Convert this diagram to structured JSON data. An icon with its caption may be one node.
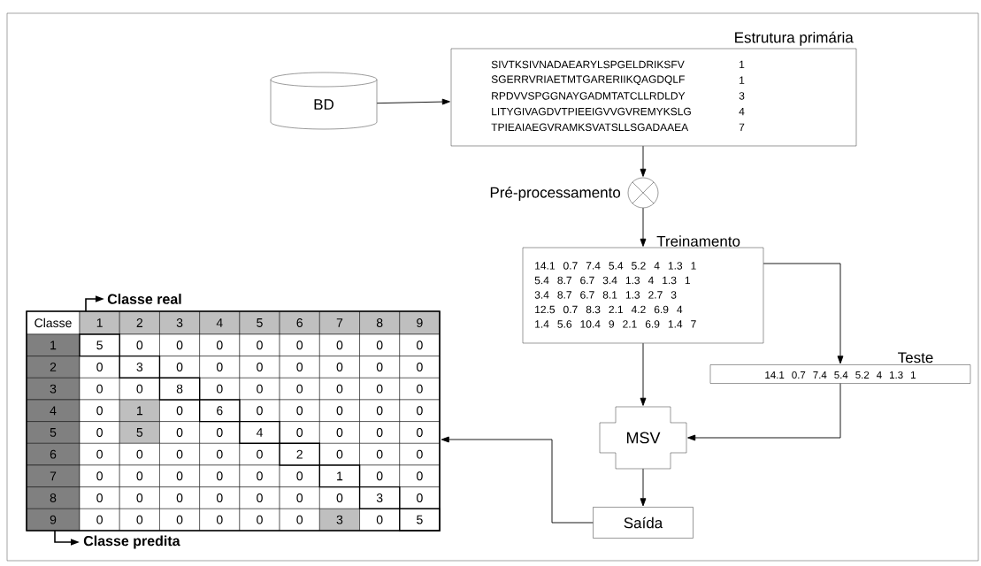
{
  "diagram": {
    "nodes": [
      {
        "text": [
          "BD"
        ]
      },
      {
        "text": [
          "Estrutura primária",
          "SIVTKSIVNADAEARYLSPGELDRIKSFV",
          "1",
          "SGERRVRIAETMTGARERIIKQAGDQLF",
          "1",
          "RPDVVSPGGNAYGADMTATCLLRDLDY",
          "3",
          "LITYGIVAGDVTPIEEIGVVGVREMYKSLG",
          "4",
          "TPIEAIAEGVRAMKSVATSLLSGADAAEA",
          "7"
        ]
      },
      {
        "text": [],
        "shape": "circle",
        "beside": [
          "Pré-processamento"
        ]
      },
      {
        "text": [
          "Treinamento",
          "14.1 0.7 7.4 5.4 5.2 4 1.3 1",
          "5.4 8.7 6.7 3.4 1.3 4 1.3 1",
          "3.4 8.7 6.7 8.1 1.3 2.7 3",
          "12.5 0.7 8.3 2.1 4.2 6.9 4",
          "1.4 5.6 10.4 9 2.1 6.9 1.4 7"
        ]
      },
      {
        "text": [
          "Teste",
          "14.1 0.7 7.4 5.4 5.2 4 1.3 1"
        ]
      },
      {
        "text": [
          "MSV"
        ]
      },
      {
        "text": [
          "Saída"
        ]
      },
      {
        "text": [],
        "shape": "table"
      }
    ],
    "edges": [
      {
        "from": 0,
        "to": 1,
        "arrow": "to"
      },
      {
        "from": 1,
        "to": 2,
        "arrow": "to"
      },
      {
        "from": 2,
        "to": 3,
        "arrow": "to"
      },
      {
        "from": 3,
        "to": 4,
        "arrow": "to"
      },
      {
        "from": 3,
        "to": 5,
        "arrow": "to"
      },
      {
        "from": 4,
        "to": 5,
        "arrow": "to"
      },
      {
        "from": 5,
        "to": 6,
        "arrow": "to"
      },
      {
        "from": 6,
        "to": 7,
        "arrow": "to"
      }
    ],
    "labels": [
      "Classe real",
      "Classe",
      "1",
      "2",
      "3",
      "4",
      "5",
      "6",
      "7",
      "8",
      "9",
      "1",
      "5",
      "0",
      "0",
      "0",
      "0",
      "0",
      "0",
      "0",
      "0",
      "2",
      "0",
      "3",
      "0",
      "0",
      "0",
      "0",
      "0",
      "0",
      "0",
      "3",
      "0",
      "0",
      "8",
      "0",
      "0",
      "0",
      "0",
      "0",
      "0",
      "4",
      "0",
      "1",
      "0",
      "6",
      "0",
      "0",
      "0",
      "0",
      "0",
      "5",
      "0",
      "5",
      "0",
      "0",
      "4",
      "0",
      "0",
      "0",
      "0",
      "6",
      "0",
      "0",
      "0",
      "0",
      "0",
      "2",
      "0",
      "0",
      "0",
      "7",
      "0",
      "0",
      "0",
      "0",
      "0",
      "0",
      "1",
      "0",
      "0",
      "8",
      "0",
      "0",
      "0",
      "0",
      "0",
      "0",
      "0",
      "3",
      "0",
      "9",
      "0",
      "0",
      "0",
      "0",
      "0",
      "0",
      "3",
      "0",
      "5",
      "Classe predita"
    ]
  }
}
